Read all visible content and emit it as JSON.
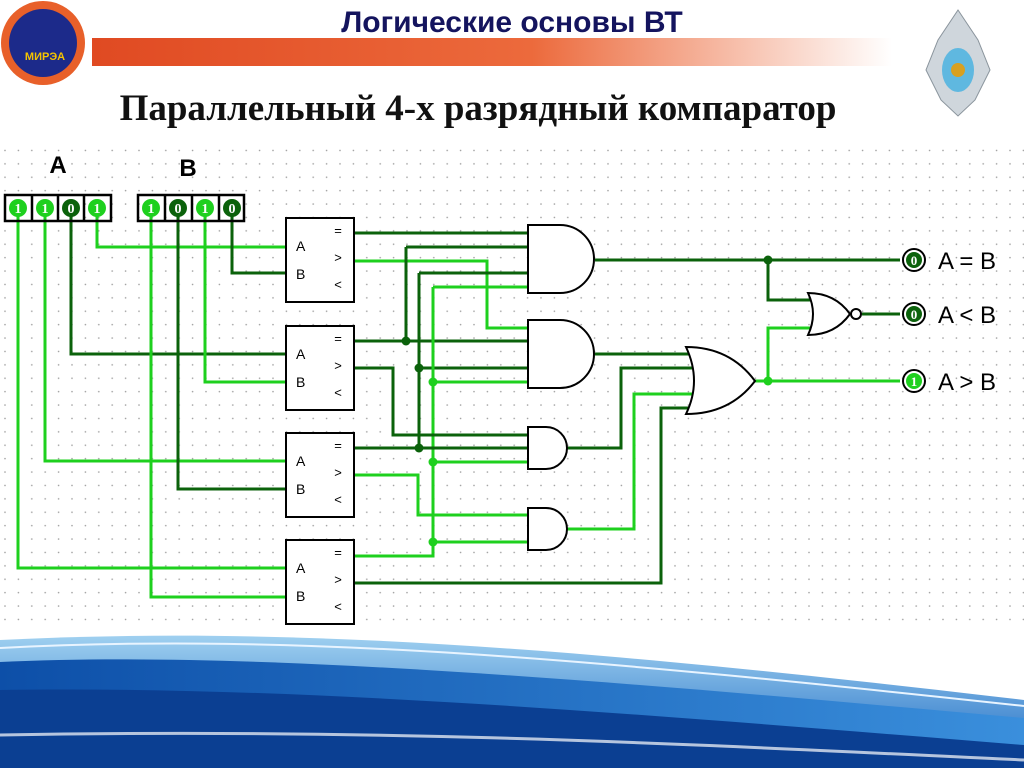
{
  "header": {
    "title": "Логические основы ВТ",
    "logo_left_text": "МИРЭА",
    "subtitle": "Параллельный 4-х разрядный компаратор"
  },
  "inputs": {
    "A": {
      "label": "A",
      "bits": [
        "1",
        "1",
        "0",
        "1"
      ]
    },
    "B": {
      "label": "B",
      "bits": [
        "1",
        "0",
        "1",
        "0"
      ]
    }
  },
  "comparator": {
    "pins_in": [
      "A",
      "B"
    ],
    "pins_out": [
      "=",
      ">",
      "<"
    ]
  },
  "outputs": [
    {
      "label": "A = B",
      "value": "0"
    },
    {
      "label": "A < B",
      "value": "0"
    },
    {
      "label": "A > B",
      "value": "1"
    }
  ],
  "colors": {
    "wire_high": "#1ed01e",
    "wire_low": "#0b620b",
    "title": "#14145e",
    "header_bar": "#e8502a"
  }
}
